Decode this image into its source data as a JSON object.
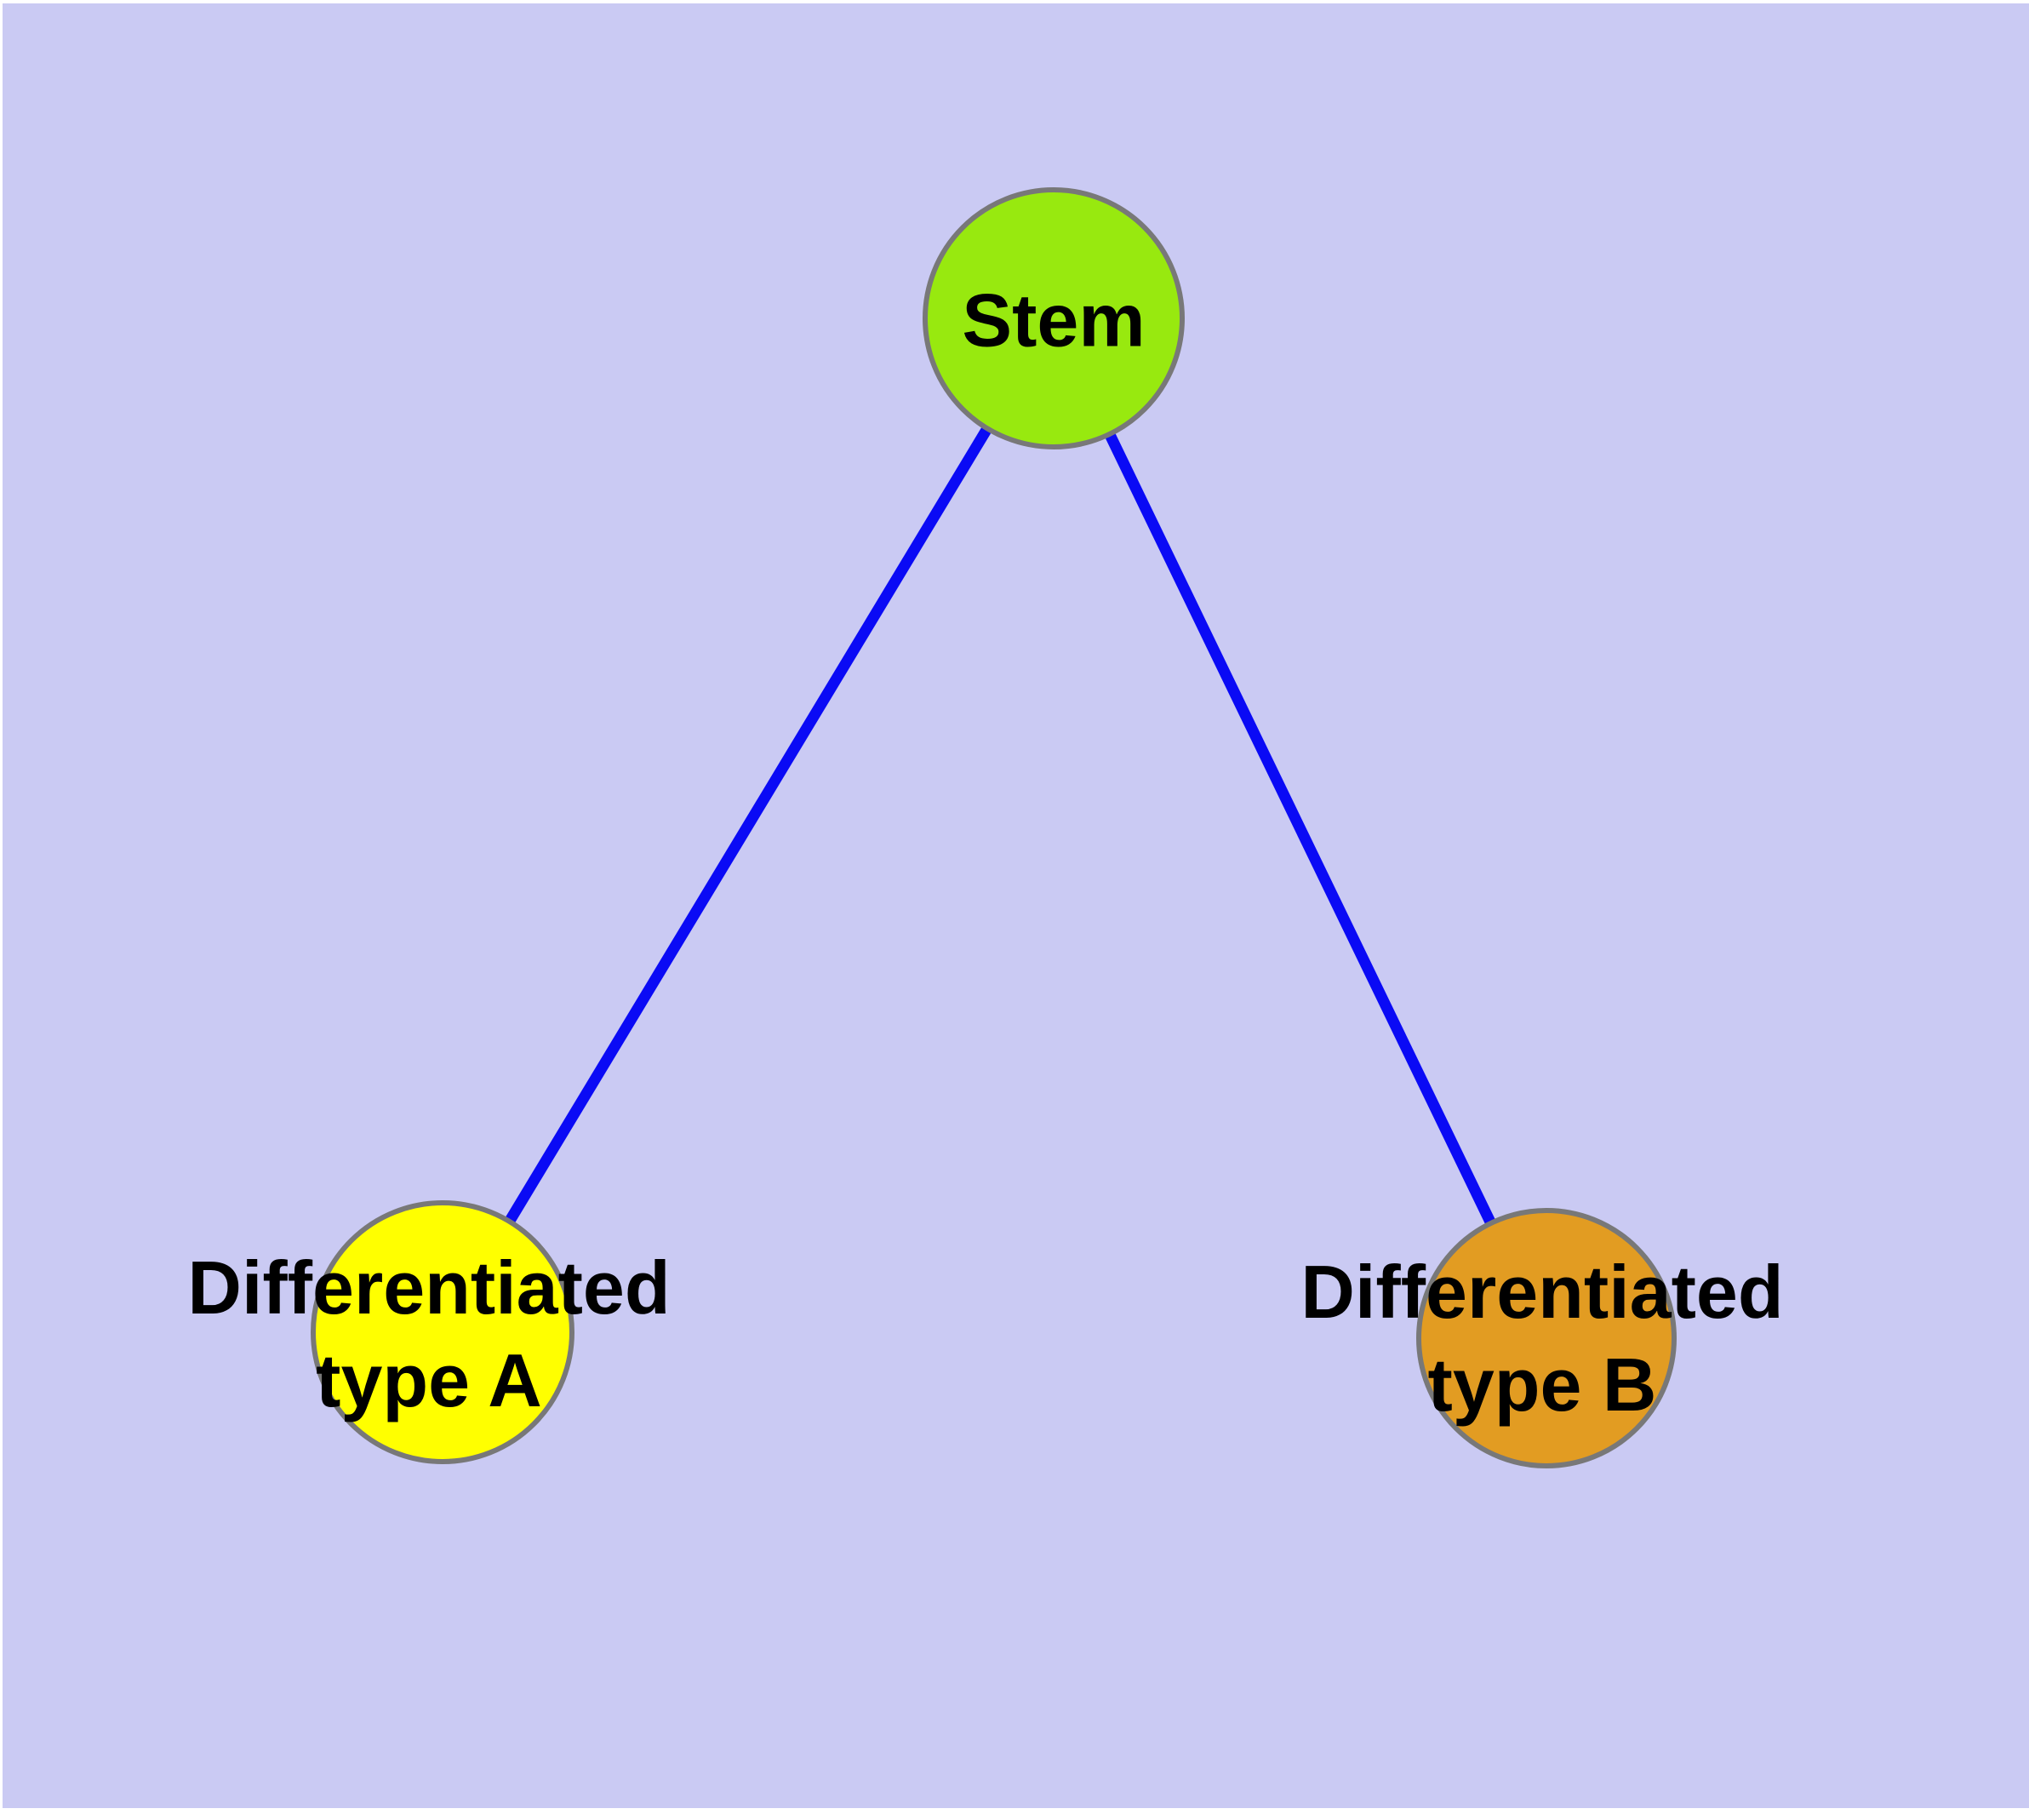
{
  "diagram": {
    "type": "graph",
    "background_color": "#cacaf3",
    "frame_color": "#ffffff",
    "node_border_color": "#787878",
    "edge_color": "#0a0af5",
    "label_color": "#000000",
    "nodes": [
      {
        "id": "stem",
        "label": "Stem",
        "color": "#98e90f"
      },
      {
        "id": "differentiated-type-a",
        "label": "Differentiated\ntype A",
        "color": "#ffff00"
      },
      {
        "id": "differentiated-type-b",
        "label": "Differentiated\ntype B",
        "color": "#e29c22"
      }
    ],
    "edges": [
      {
        "from": "stem",
        "to": "differentiated-type-a",
        "color": "#0a0af5"
      },
      {
        "from": "stem",
        "to": "differentiated-type-b",
        "color": "#0a0af5"
      }
    ]
  }
}
